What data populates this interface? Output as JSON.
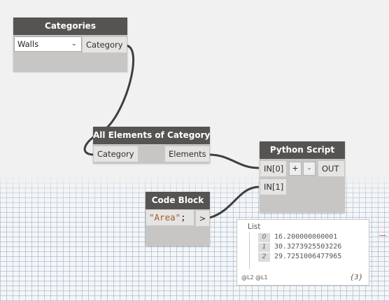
{
  "nodes": {
    "categories": {
      "title": "Categories",
      "selected": "Walls",
      "output": "Category"
    },
    "all_elements": {
      "title": "All Elements of Category",
      "input": "Category",
      "output": "Elements"
    },
    "python_script": {
      "title": "Python Script",
      "inputs": [
        "IN[0]",
        "IN[1]"
      ],
      "add_label": "+",
      "remove_label": "-",
      "output": "OUT"
    },
    "code_block": {
      "title": "Code Block",
      "code": "\"Area\"",
      "semicolon": ";",
      "output": ">"
    }
  },
  "watch": {
    "label": "List",
    "items": [
      {
        "index": "0",
        "value": "16.200000000001"
      },
      {
        "index": "1",
        "value": "30.3273925503226"
      },
      {
        "index": "2",
        "value": "29.7251006477965"
      }
    ],
    "levels": "@L2 @L1",
    "count": "{3}"
  },
  "colors": {
    "node_header": "#555452",
    "node_body": "#c8c6c4",
    "port": "#e6e4e2",
    "wire": "#3f3f3f",
    "string": "#a2582d"
  }
}
